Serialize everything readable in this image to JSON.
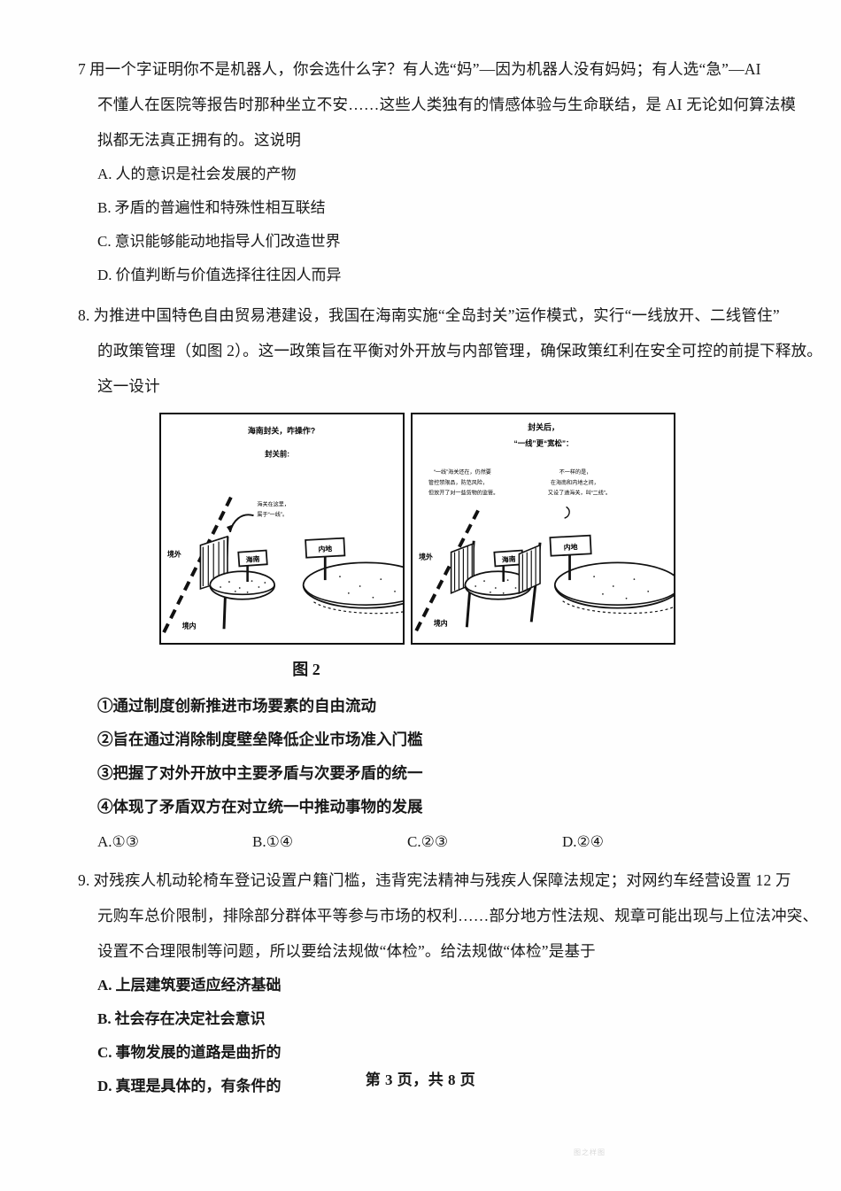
{
  "page": {
    "footer": "第 3 页，共 8 页",
    "watermark": "图之样图"
  },
  "questions": [
    {
      "number": "7",
      "lines": [
        "用一个字证明你不是机器人，你会选什么字？有人选“妈”—因为机器人没有妈妈；有人选“急”—AI",
        "不懂人在医院等报告时那种坐立不安……这些人类独有的情感体验与生命联结，是 AI 无论如何算法模",
        "拟都无法真正拥有的。这说明"
      ],
      "options": [
        {
          "label": "A.",
          "text": "人的意识是社会发展的产物"
        },
        {
          "label": "B.",
          "text": "矛盾的普遍性和特殊性相互联结"
        },
        {
          "label": "C.",
          "text": "意识能够能动地指导人们改造世界"
        },
        {
          "label": "D.",
          "text": "价值判断与价值选择往往因人而异"
        }
      ]
    },
    {
      "number": "8.",
      "lines": [
        "为推进中国特色自由贸易港建设，我国在海南实施“全岛封关”运作模式，实行“一线放开、二线管住”",
        "的政策管理（如图 2）。这一政策旨在平衡对外开放与内部管理，确保政策红利在安全可控的前提下释放。",
        "这一设计"
      ],
      "figure_caption": "图 2",
      "statements": [
        "①通过制度创新推进市场要素的自由流动",
        "②旨在通过消除制度壁垒降低企业市场准入门槛",
        "③把握了对外开放中主要矛盾与次要矛盾的统一",
        "④体现了矛盾双方在对立统一中推动事物的发展"
      ],
      "choice_row": [
        {
          "label": "A.",
          "text": "①③"
        },
        {
          "label": "B.",
          "text": "①④"
        },
        {
          "label": "C.",
          "text": "②③"
        },
        {
          "label": "D.",
          "text": "②④"
        }
      ]
    },
    {
      "number": "9.",
      "lines": [
        "对残疾人机动轮椅车登记设置户籍门槛，违背宪法精神与残疾人保障法规定；对网约车经营设置 12 万",
        "元购车总价限制，排除部分群体平等参与市场的权利……部分地方性法规、规章可能出现与上位法冲突、",
        "设置不合理限制等问题，所以要给法规做“体检”。给法规做“体检”是基于"
      ],
      "options": [
        {
          "label": "A.",
          "text": "上层建筑要适应经济基础"
        },
        {
          "label": "B.",
          "text": "社会存在决定社会意识"
        },
        {
          "label": "C.",
          "text": "事物发展的道路是曲折的"
        },
        {
          "label": "D.",
          "text": "真理是具体的，有条件的"
        }
      ]
    }
  ],
  "figure": {
    "left_panel": {
      "title": "海南封关，咋操作?",
      "subtitle": "封关前:",
      "annotation": "海关在这里，\n属于“一线”。",
      "annotation_line1": "海关在这里，",
      "annotation_line2": "属于“一线”。",
      "label_outside": "境外",
      "label_inside": "境内",
      "sign_hainan": "海南",
      "sign_mainland": "内地"
    },
    "right_panel": {
      "title": "封关后，",
      "subtitle": "“一线”更“宽松”：",
      "note_left_line1": "“一线”海关还在，仍然要",
      "note_left_line2": "管控禁限品，防范风险，",
      "note_left_line3": "但放开了对一些货物的监管。",
      "note_right_line1": "不一样的是，",
      "note_right_line2": "在海南和内地之间，",
      "note_right_line3": "又设了道海关，叫“二线”。",
      "label_outside": "境外",
      "label_inside": "境内",
      "sign_hainan": "海南",
      "sign_mainland": "内地"
    }
  }
}
